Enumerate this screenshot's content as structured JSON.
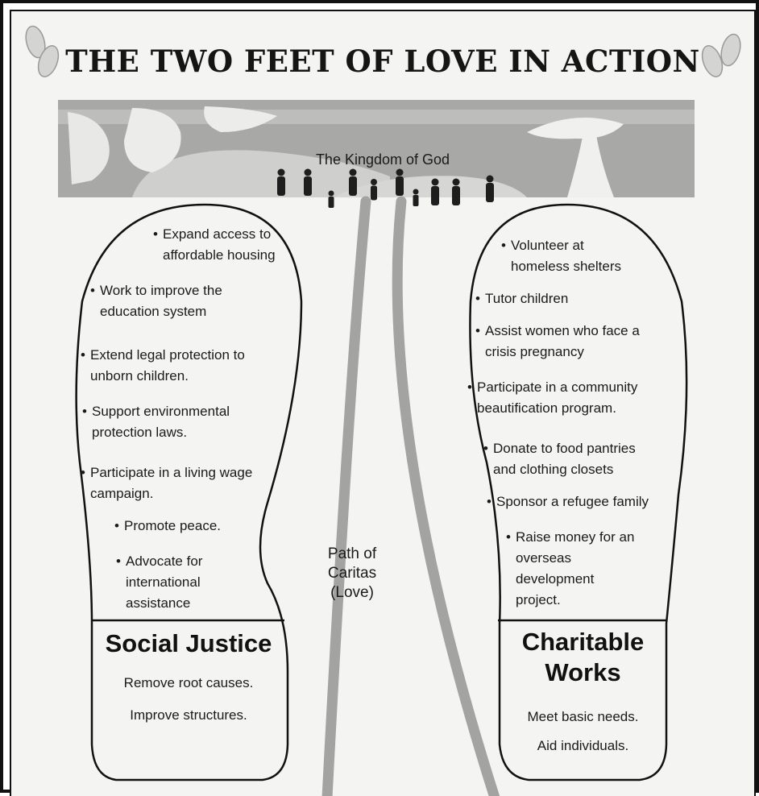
{
  "title": "THE TWO FEET OF LOVE IN ACTION",
  "kingdom_label": "The Kingdom of God",
  "path_label": "Path of\nCaritas\n(Love)",
  "left_foot": {
    "items": [
      "Expand access to\naffordable housing",
      "Work to improve the\neducation system",
      "Extend legal protection to\nunborn children.",
      "Support environmental\nprotection laws.",
      "Participate in a living wage\ncampaign.",
      "Promote peace.",
      "Advocate for\ninternational\nassistance"
    ],
    "heel_title": "Social Justice",
    "heel_lines": [
      "Remove root causes.",
      "Improve structures."
    ]
  },
  "right_foot": {
    "items": [
      "Volunteer at\nhomeless shelters",
      "Tutor children",
      "Assist women who face a\ncrisis pregnancy",
      "Participate in a community\nbeautification program.",
      "Donate to food pantries\nand clothing closets",
      "Sponsor a refugee family",
      "Raise money for an\noverseas\ndevelopment\nproject."
    ],
    "heel_title": "Charitable\nWorks",
    "heel_lines": [
      "Meet basic needs.",
      "Aid individuals."
    ]
  },
  "icons": {
    "corner_left": "footprints-icon",
    "corner_right": "footprints-icon",
    "banner": "tree-landscape-illustration",
    "people": "family-silhouettes-icon"
  }
}
